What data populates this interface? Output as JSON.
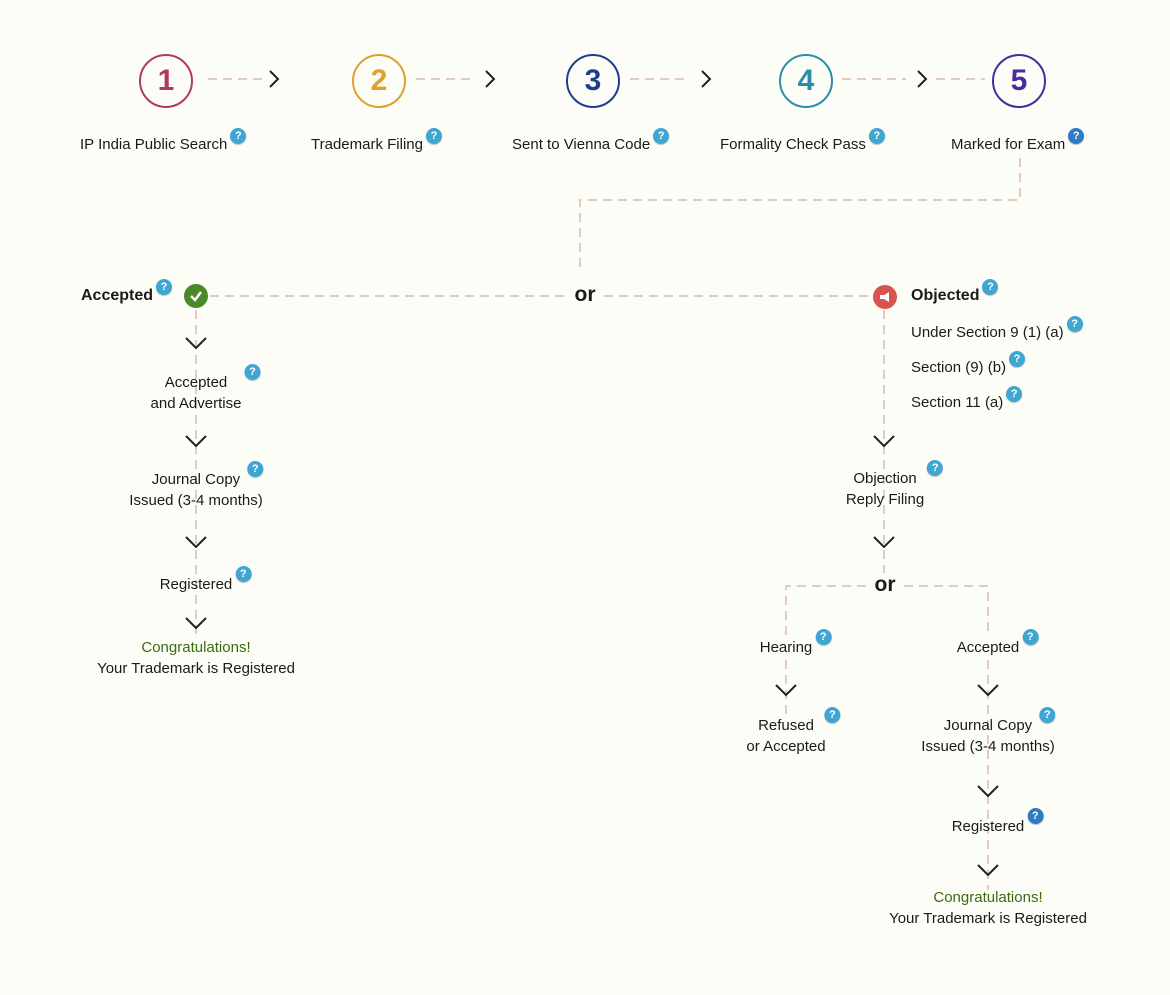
{
  "steps": [
    {
      "number": "1",
      "label": "IP India Public Search",
      "color": "#b03a5e"
    },
    {
      "number": "2",
      "label": "Trademark Filing",
      "color": "#e0a030"
    },
    {
      "number": "3",
      "label": "Sent to Vienna Code",
      "color": "#1e3d8f"
    },
    {
      "number": "4",
      "label": "Formality Check Pass",
      "color": "#2b8ea8"
    },
    {
      "number": "5",
      "label": "Marked for Exam",
      "color": "#4a2a9c"
    }
  ],
  "or_label": "or",
  "accepted_branch": {
    "title": "Accepted",
    "step1_line1": "Accepted",
    "step1_line2": "and Advertise",
    "step2_line1": "Journal Copy",
    "step2_line2": "Issued (3-4 months)",
    "step3": "Registered",
    "congrats_title": "Congratulations!",
    "congrats_text": "Your Trademark is Registered"
  },
  "objected_branch": {
    "title": "Objected",
    "sections": [
      "Under Section 9 (1) (a)",
      "Section (9) (b)",
      "Section 11 (a)"
    ],
    "reply_line1": "Objection",
    "reply_line2": "Reply Filing",
    "hearing": "Hearing",
    "refused_line1": "Refused",
    "refused_line2": "or Accepted",
    "accepted": "Accepted",
    "journal_line1": "Journal Copy",
    "journal_line2": "Issued (3-4 months)",
    "registered": "Registered",
    "congrats_title": "Congratulations!",
    "congrats_text": "Your Trademark is Registered"
  },
  "help_glyph": "?"
}
